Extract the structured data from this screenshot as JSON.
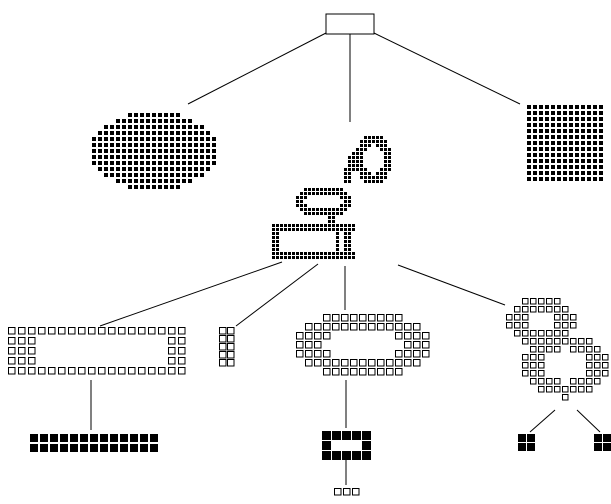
{
  "diagram": {
    "type": "tree",
    "colors": {
      "background": "#ffffff",
      "edge": "#000000",
      "filled_cell": "#000000",
      "hollow_cell_fill": "#ffffff",
      "hollow_cell_stroke": "#000000"
    },
    "root": {
      "shape": "empty-rectangle"
    },
    "level1": [
      {
        "id": "ellipse-grid",
        "style": "filled",
        "shape": "ellipse"
      },
      {
        "id": "gramophone-shape",
        "style": "filled",
        "shape": "gramophone-outline"
      },
      {
        "id": "square-grid",
        "style": "filled",
        "shape": "square"
      }
    ],
    "level2": [
      {
        "id": "hollow-bar",
        "parent": "gramophone-shape",
        "style": "hollow",
        "shape": "rectangle-frame"
      },
      {
        "id": "small-column",
        "parent": "gramophone-shape",
        "style": "hollow",
        "shape": "column"
      },
      {
        "id": "hollow-ring",
        "parent": "gramophone-shape",
        "style": "hollow",
        "shape": "ring"
      },
      {
        "id": "hollow-horn",
        "parent": "gramophone-shape",
        "style": "hollow",
        "shape": "horn"
      }
    ],
    "level3": [
      {
        "id": "solid-bar",
        "parent": "hollow-bar",
        "style": "filled",
        "shape": "bar"
      },
      {
        "id": "small-ring",
        "parent": "hollow-ring",
        "style": "filled",
        "shape": "ring"
      },
      {
        "id": "dot-left",
        "parent": "hollow-horn",
        "style": "filled",
        "shape": "block"
      },
      {
        "id": "dot-right",
        "parent": "hollow-horn",
        "style": "filled",
        "shape": "block"
      }
    ],
    "level4": [
      {
        "id": "tiny-row",
        "parent": "small-ring",
        "style": "hollow",
        "shape": "row"
      }
    ]
  }
}
